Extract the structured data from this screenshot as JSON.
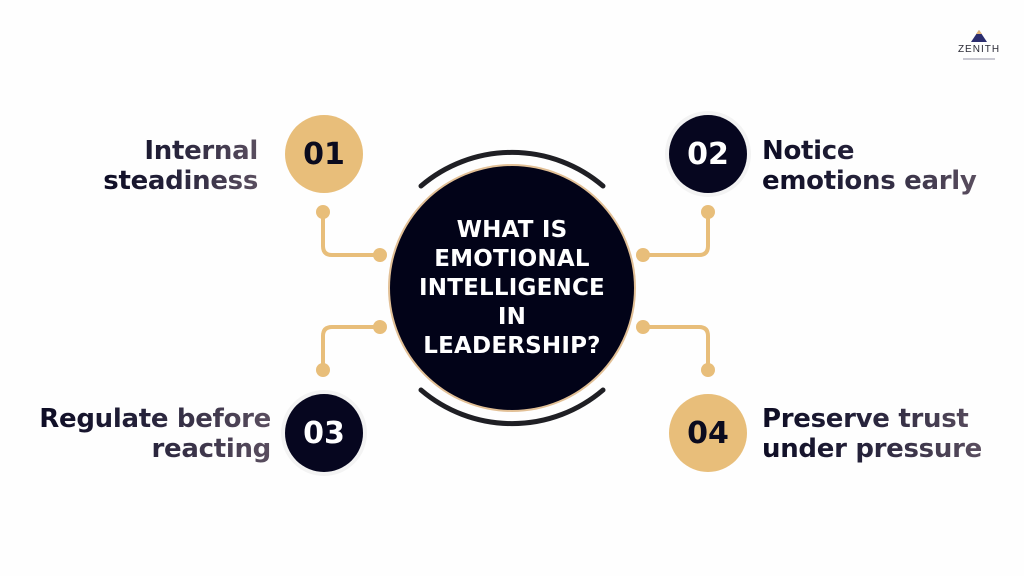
{
  "logo": {
    "wordmark": "ZENITH",
    "icon": "mountain-peak-icon"
  },
  "hub": {
    "title": "WHAT IS EMOTIONAL INTELLIGENCE IN LEADERSHIP?"
  },
  "items": [
    {
      "number": "01",
      "line1": "Internal",
      "line2": "steadiness",
      "badge_color": "#E8BE7A",
      "position": "top-left"
    },
    {
      "number": "02",
      "line1": "Notice",
      "line2": "emotions early",
      "badge_color": "#06061F",
      "position": "top-right"
    },
    {
      "number": "03",
      "line1": "Regulate before",
      "line2": "reacting",
      "badge_color": "#06061F",
      "position": "bottom-left"
    },
    {
      "number": "04",
      "line1": "Preserve trust",
      "line2": "under pressure",
      "badge_color": "#E8BE7A",
      "position": "bottom-right"
    }
  ],
  "colors": {
    "background": "#FEFEFE",
    "navy": "#020318",
    "gold": "#E8BE7A",
    "arc": "#1F1F24",
    "text_start": "#0D0C24",
    "text_end": "#5A4E5F"
  }
}
